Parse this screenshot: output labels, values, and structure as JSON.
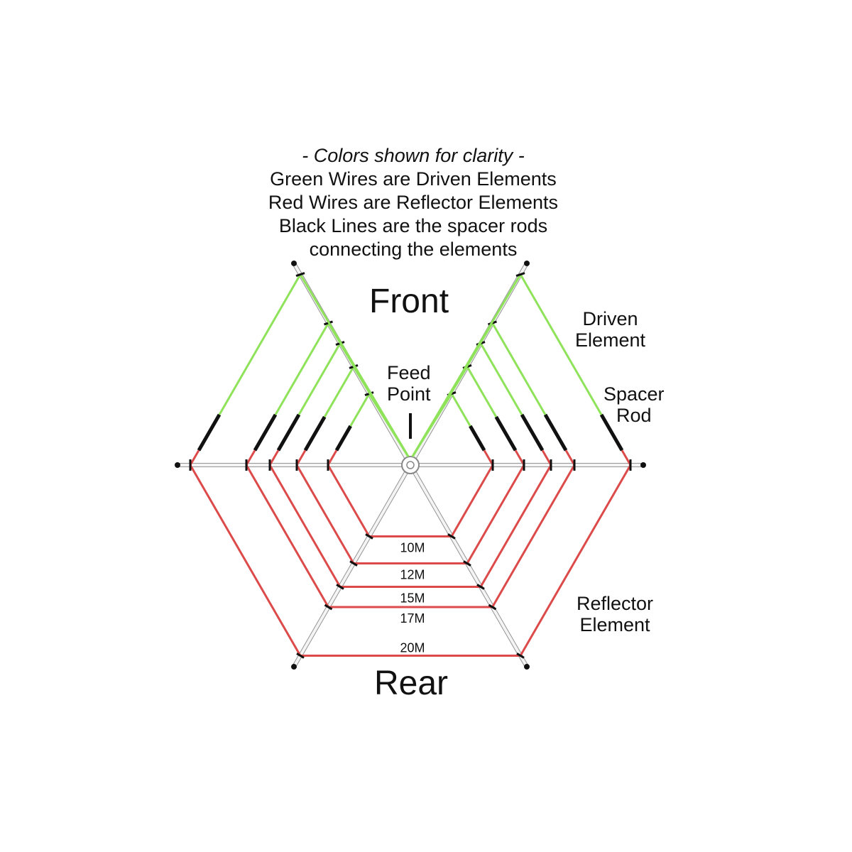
{
  "legend": {
    "note": "- Colors shown for clarity -",
    "line1": "Green Wires are Driven Elements",
    "line2": "Red Wires are Reflector Elements",
    "line3": "Black Lines are the spacer rods",
    "line4": "connecting the elements"
  },
  "labels": {
    "front": "Front",
    "rear": "Rear",
    "feed_point_1": "Feed",
    "feed_point_2": "Point",
    "driven_1": "Driven",
    "driven_2": "Element",
    "spacer_1": "Spacer",
    "spacer_2": "Rod",
    "reflector_1": "Reflector",
    "reflector_2": "Element"
  },
  "bands": [
    {
      "name": "10M",
      "size": 116
    },
    {
      "name": "12M",
      "size": 160
    },
    {
      "name": "15M",
      "size": 198
    },
    {
      "name": "17M",
      "size": 231
    },
    {
      "name": "20M",
      "size": 310
    }
  ],
  "colors": {
    "driven": "#8fe35a",
    "reflector": "#dd4a4a",
    "spacer": "#111111",
    "spreader": "#888888"
  }
}
